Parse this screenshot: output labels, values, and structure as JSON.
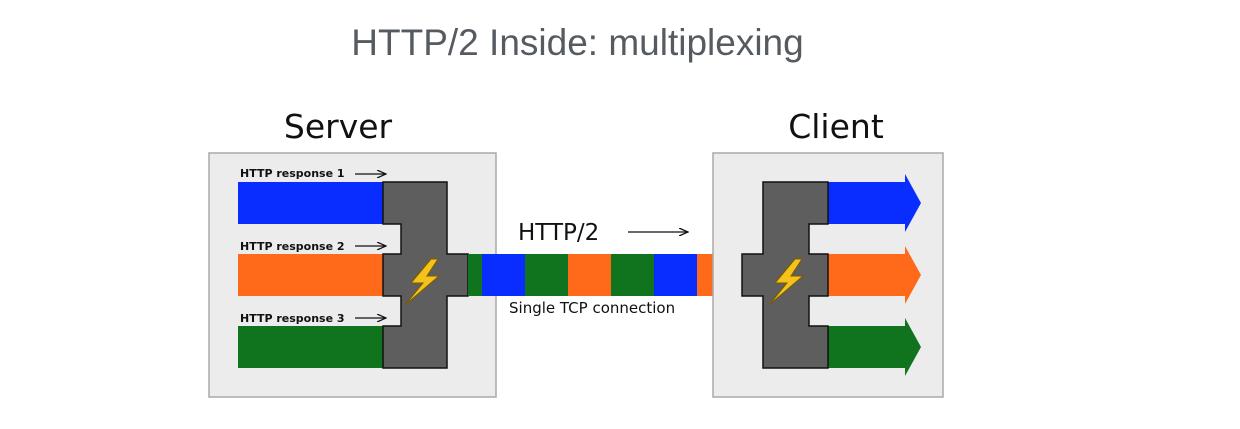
{
  "slide": {
    "title": "HTTP/2 Inside: multiplexing"
  },
  "server": {
    "label": "Server",
    "responses": [
      {
        "label": "HTTP response 1",
        "color": "#0a2dff"
      },
      {
        "label": "HTTP response 2",
        "color": "#ff6a1a"
      },
      {
        "label": "HTTP response 3",
        "color": "#10731e"
      }
    ]
  },
  "client": {
    "label": "Client",
    "outputs": [
      {
        "color": "#0a2dff"
      },
      {
        "color": "#ff6a1a"
      },
      {
        "color": "#10731e"
      }
    ]
  },
  "connection": {
    "protocol_label": "HTTP/2",
    "caption": "Single TCP connection",
    "frame_colors": [
      "#10731e",
      "#0a2dff",
      "#10731e",
      "#ff6a1a",
      "#10731e",
      "#0a2dff",
      "#ff6a1a"
    ]
  },
  "colors": {
    "box_fill": "#ececec",
    "box_stroke": "#a9a9a9",
    "mux_fill": "#5e5e5e",
    "bolt": "#f5c21b"
  },
  "icons": {
    "mux": "lightning-bolt-icon",
    "arrow": "right-arrow-icon"
  }
}
